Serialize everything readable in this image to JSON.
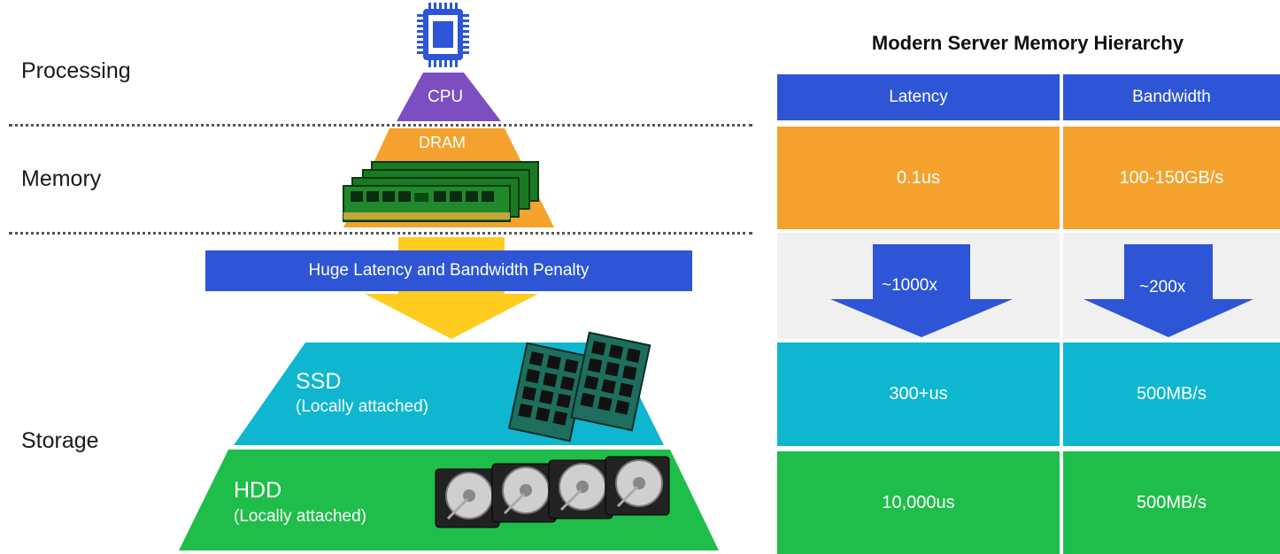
{
  "levels": {
    "processing": "Processing",
    "memory": "Memory",
    "storage": "Storage"
  },
  "pyramid": {
    "cpu": "CPU",
    "dram": "DRAM",
    "penalty": "Huge Latency and Bandwidth Penalty",
    "ssd_title": "SSD",
    "ssd_sub": "(Locally attached)",
    "hdd_title": "HDD",
    "hdd_sub": "(Locally attached)"
  },
  "table": {
    "title": "Modern Server Memory Hierarchy",
    "headers": [
      "Latency",
      "Bandwidth"
    ],
    "dram": {
      "latency": "0.1us",
      "bandwidth": "100-150GB/s"
    },
    "penalty": {
      "latency": "~1000x",
      "bandwidth": "~200x"
    },
    "ssd": {
      "latency": "300+us",
      "bandwidth": "500MB/s"
    },
    "hdd": {
      "latency": "10,000us",
      "bandwidth": "500MB/s"
    }
  },
  "colors": {
    "cpu": "#7b4fc2",
    "dram": "#f4a22d",
    "ssd": "#0fb6cf",
    "hdd": "#1fbe4a",
    "blue": "#2d55d5",
    "yellow_arrow": "#ffcc1f",
    "penalty_row": "#f0f0f0"
  },
  "icons": {
    "cpu": "cpu-chip-icon",
    "dram": "ram-module-icon",
    "ssd": "ssd-board-icon",
    "hdd": "hard-drive-icon"
  }
}
